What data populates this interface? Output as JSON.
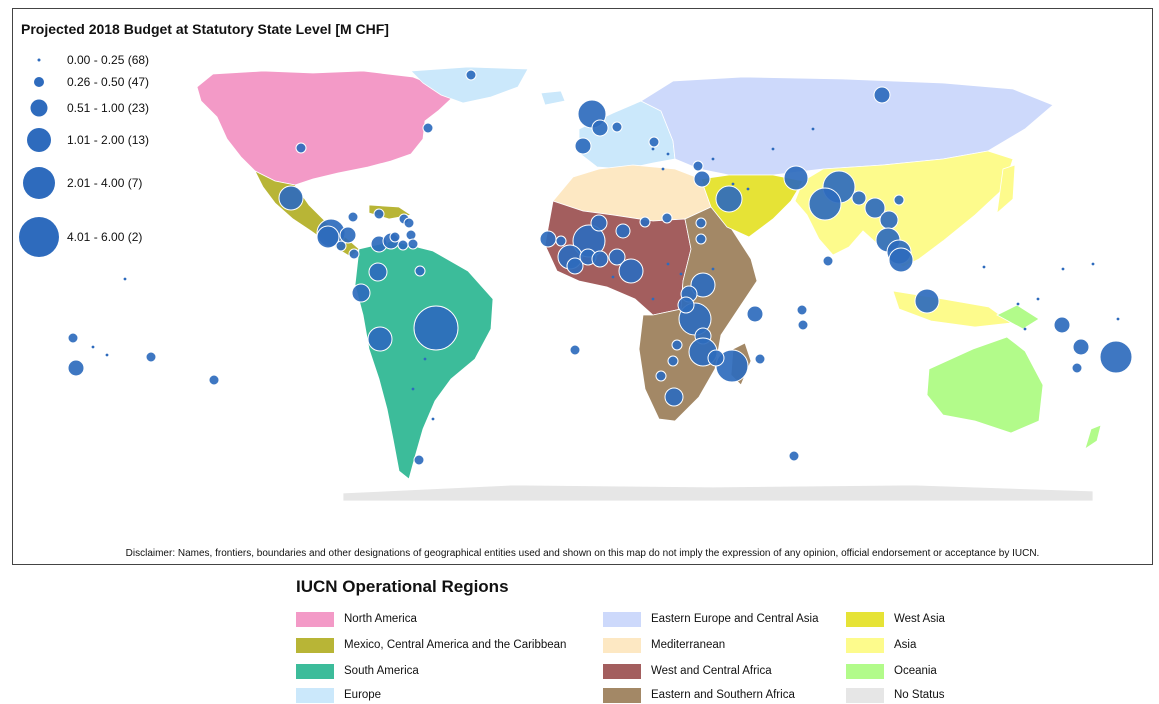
{
  "map": {
    "title": "Projected 2018 Budget at Statutory State Level [M CHF]",
    "disclaimer": "Disclaimer: Names, frontiers, boundaries and other designations of geographical entities used and shown on this map do not imply the expression of any opinion, official endorsement or acceptance by IUCN."
  },
  "size_legend": [
    {
      "label": "0.00 - 0.25 (68)"
    },
    {
      "label": "0.26 - 0.50 (47)"
    },
    {
      "label": "0.51 - 1.00 (23)"
    },
    {
      "label": "1.01 - 2.00 (13)"
    },
    {
      "label": "2.01 - 4.00 (7)"
    },
    {
      "label": "4.01 - 6.00 (2)"
    }
  ],
  "regions_legend": {
    "title": "IUCN Operational Regions",
    "items": [
      {
        "label": "North America",
        "color": "#f39ac7"
      },
      {
        "label": "Mexico, Central America and the Caribbean",
        "color": "#b8b536"
      },
      {
        "label": "South America",
        "color": "#3cbc9a"
      },
      {
        "label": "Europe",
        "color": "#cbe8fb"
      },
      {
        "label": "Eastern Europe and Central Asia",
        "color": "#cdd9fb"
      },
      {
        "label": "Mediterranean",
        "color": "#fde8c3"
      },
      {
        "label": "West and Central Africa",
        "color": "#a35e5e"
      },
      {
        "label": "Eastern and Southern Africa",
        "color": "#a38866"
      },
      {
        "label": "West Asia",
        "color": "#e6e336"
      },
      {
        "label": "Asia",
        "color": "#fdfb8c"
      },
      {
        "label": "Oceania",
        "color": "#b2fb8a"
      },
      {
        "label": "No Status",
        "color": "#e6e6e6"
      }
    ]
  },
  "colors": {
    "bubble": "#2e6bbd",
    "bubble_dark": "#22529a"
  }
}
